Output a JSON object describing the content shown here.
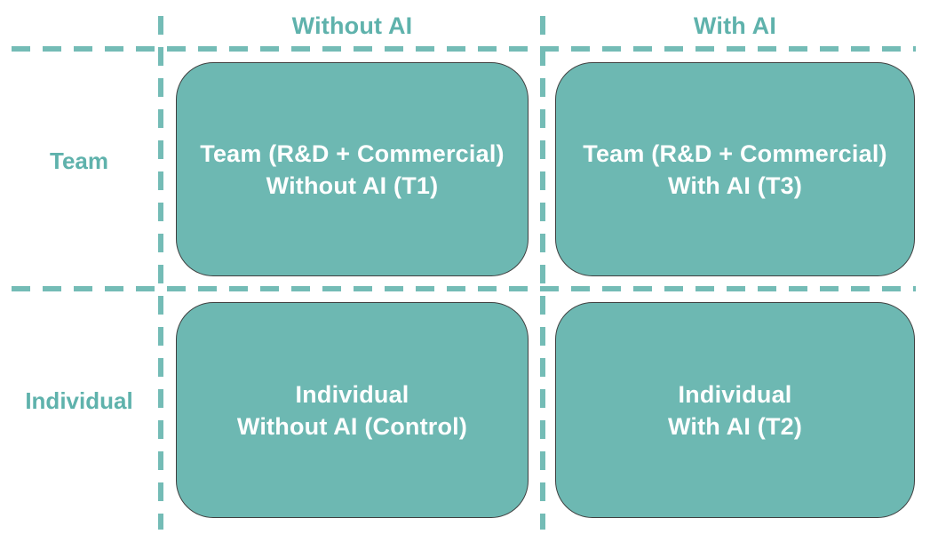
{
  "matrix": {
    "columns": [
      {
        "label": "Without AI"
      },
      {
        "label": "With AI"
      }
    ],
    "rows": [
      {
        "label": "Team"
      },
      {
        "label": "Individual"
      }
    ],
    "cells": [
      {
        "id": "T1",
        "line1": "Team (R&D + Commercial)",
        "line2": "Without AI (T1)"
      },
      {
        "id": "T3",
        "line1": "Team (R&D + Commercial)",
        "line2": "With AI (T3)"
      },
      {
        "id": "Control",
        "line1": "Individual",
        "line2": "Without AI (Control)"
      },
      {
        "id": "T2",
        "line1": "Individual",
        "line2": "With AI (T2)"
      }
    ]
  },
  "colors": {
    "cell_fill": "#6db8b2",
    "cell_border": "#404040",
    "dash_line": "#74bcb6",
    "label_text": "#5fb2ac",
    "cell_text": "#ffffff",
    "background": "#ffffff"
  }
}
